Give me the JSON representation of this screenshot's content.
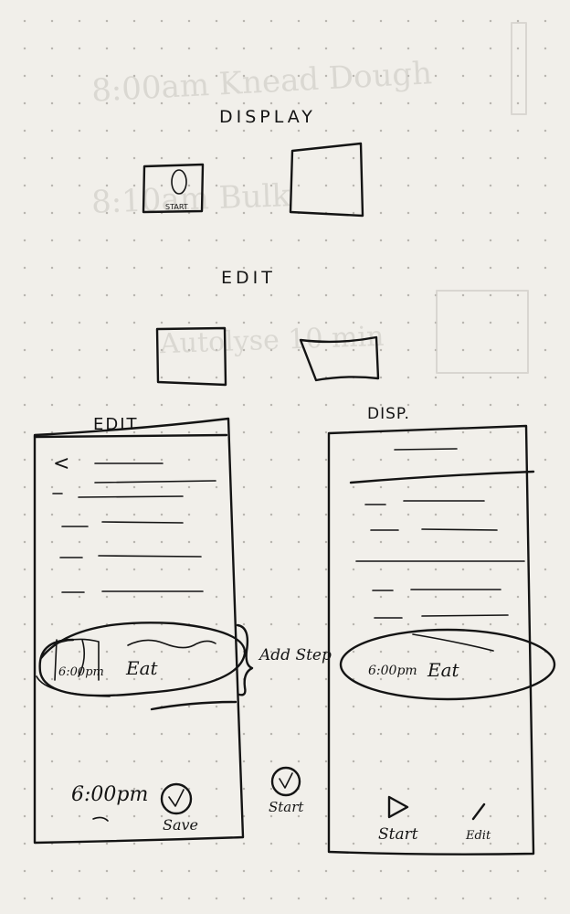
{
  "section_titles": {
    "display": "DISPLAY",
    "edit": "EDIT",
    "edit_screen": "EDIT",
    "display_screen": "DISP."
  },
  "widgets": {
    "start_label": "START"
  },
  "edit_screen": {
    "back_glyph": "<",
    "step_time": "6:00pm",
    "step_name": "Eat",
    "annotation": "Add Step",
    "time_footer": "6:00pm",
    "save_label": "Save"
  },
  "display_screen": {
    "step_time": "6:00pm",
    "step_name": "Eat",
    "start_label": "Start",
    "edit_label": "Edit"
  },
  "middle": {
    "start_label": "Start"
  },
  "bleed_through": {
    "line1": "8:00am  Knead Dough",
    "line2": "8:10am  Bulk",
    "line3": "Autolyse 10 min"
  },
  "colors": {
    "ink": "#141414",
    "paper": "#f1efea",
    "dots": "#b9b6b0"
  }
}
